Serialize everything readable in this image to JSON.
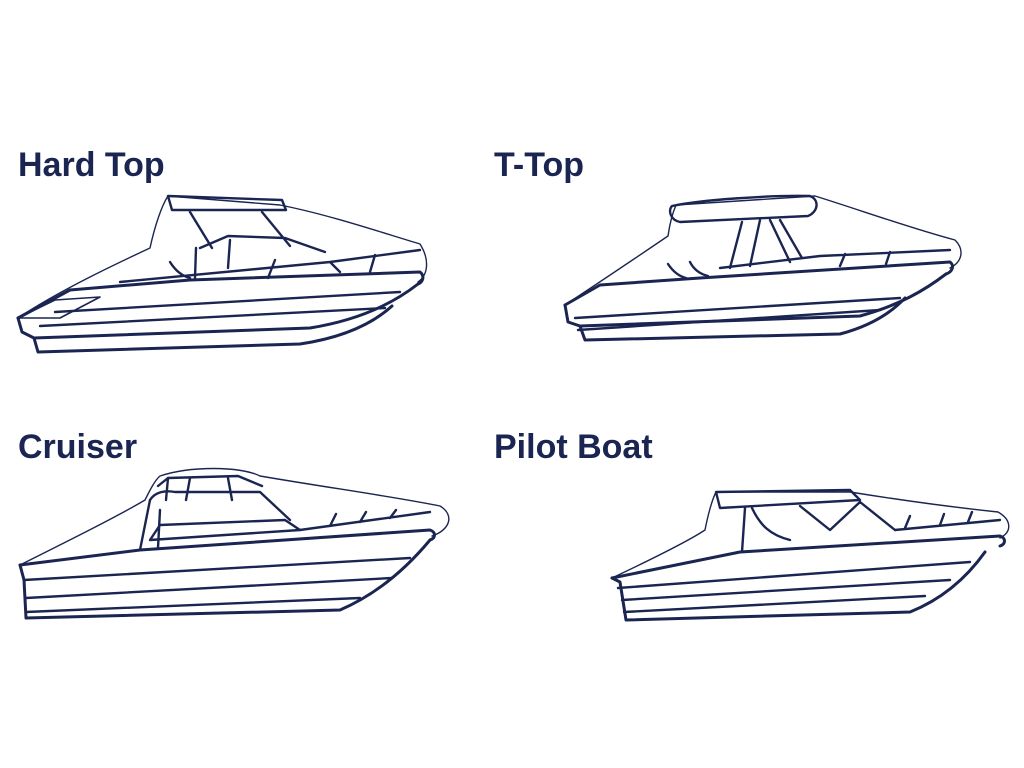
{
  "colors": {
    "ink": "#1b2552",
    "background": "#ffffff"
  },
  "boats": [
    {
      "title": "Hard Top"
    },
    {
      "title": "T-Top"
    },
    {
      "title": "Cruiser"
    },
    {
      "title": "Pilot Boat"
    }
  ]
}
